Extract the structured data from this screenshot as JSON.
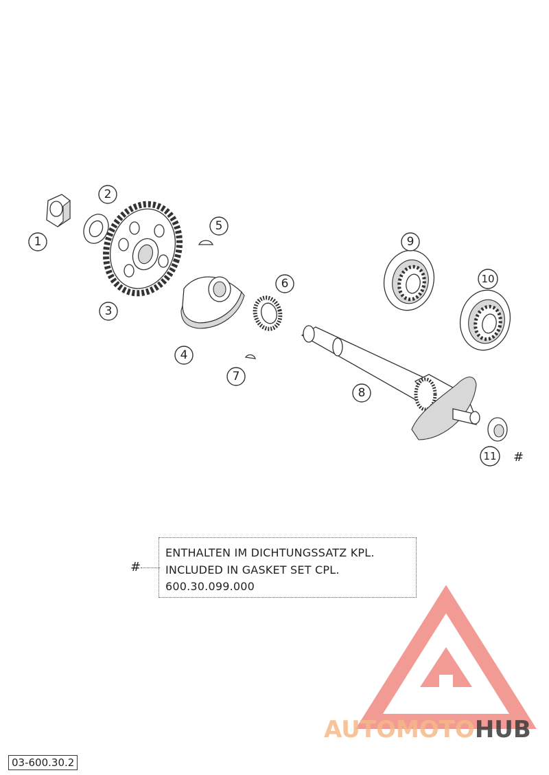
{
  "callouts": [
    "1",
    "2",
    "3",
    "4",
    "5",
    "6",
    "7",
    "8",
    "9",
    "10",
    "11"
  ],
  "hash_marker": "#",
  "note": {
    "marker": "#",
    "lines": [
      "ENTHALTEN IM DICHTUNGSSATZ KPL.",
      "INCLUDED IN GASKET SET CPL.",
      "600.30.099.000"
    ]
  },
  "document_id": "03-600.30.2",
  "watermark": {
    "part1": "AUTOMOTO",
    "part2": "HUB",
    "colors": {
      "triangle": "#f08a82",
      "text_light": "#f5b98a",
      "text_dark": "#3a3a3a"
    }
  }
}
